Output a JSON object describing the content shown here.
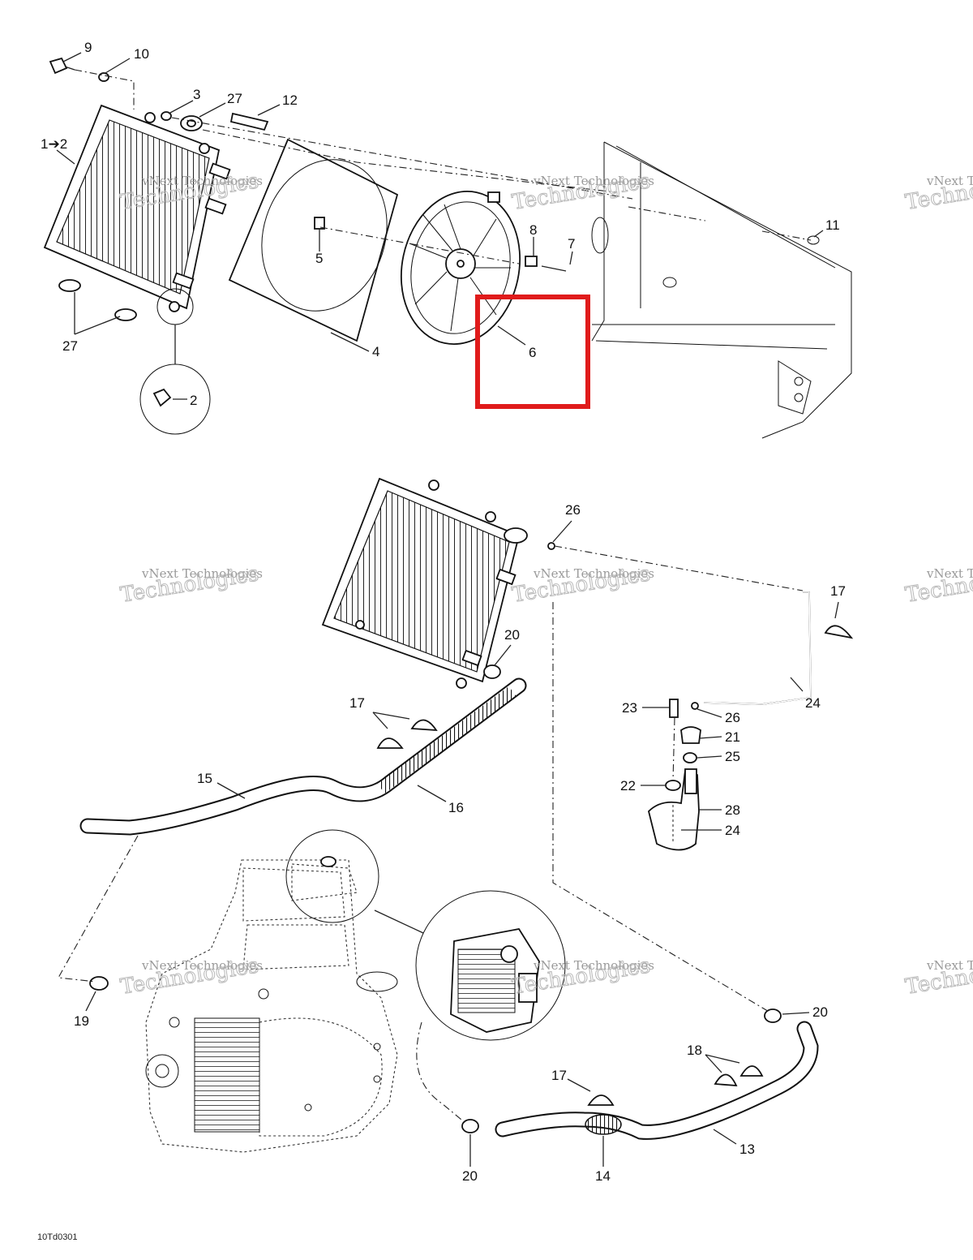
{
  "diagram": {
    "drawing_code": "10Td0301",
    "watermark": {
      "line1": "vNext Technologies",
      "line2": "Technologies"
    },
    "highlight": {
      "target_label": "6",
      "color": "#e01b1b"
    },
    "callouts_top": {
      "c9": "9",
      "c10": "10",
      "c3": "3",
      "c27a": "27",
      "c12": "12",
      "c1to2": "1➔2",
      "c5": "5",
      "c8": "8",
      "c7": "7",
      "c11": "11",
      "c27b": "27",
      "c2": "2",
      "c4": "4",
      "c6": "6"
    },
    "callouts_bottom": {
      "c26a": "26",
      "c17a": "17",
      "c20a": "20",
      "c17b": "17",
      "c24a": "24",
      "c23": "23",
      "c26b": "26",
      "c21": "21",
      "c25": "25",
      "c15": "15",
      "c16": "16",
      "c22": "22",
      "c28": "28",
      "c24b": "24",
      "c19": "19",
      "c20b": "20",
      "c18": "18",
      "c17c": "17",
      "c13": "13",
      "c20c": "20",
      "c14": "14"
    }
  }
}
